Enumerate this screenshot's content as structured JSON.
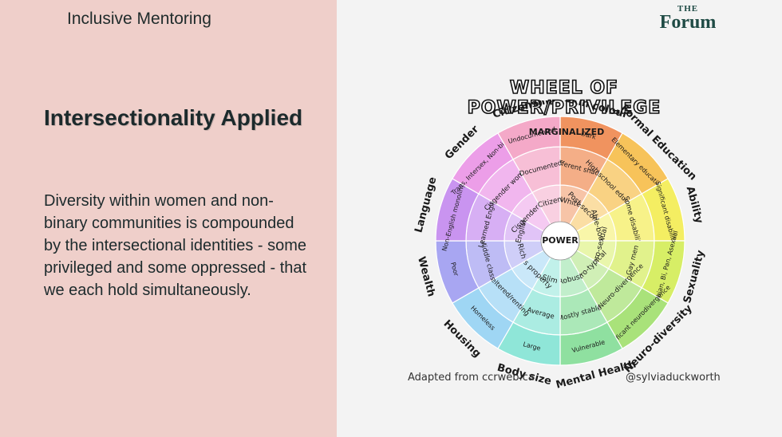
{
  "slide": {
    "header": "Inclusive Mentoring",
    "title": "Intersectionality Applied",
    "body": "Diversity within women and non-binary communities is compounded by the intersectional identities - some privileged and some oppressed - that we each hold simultaneously."
  },
  "logo": {
    "the": "THE",
    "name": "Forum"
  },
  "wheel": {
    "title": "WHEEL OF POWER/PRIVILEGE",
    "center_label": "POWER",
    "ring_label": "MARGINALIZED",
    "credit_left": "Adapted from ccrweb.ca",
    "credit_right": "@sylviaduckworth",
    "categories": [
      {
        "name": "Skin colour",
        "color": "#f0935f",
        "inner": "White",
        "middle": "Different shades",
        "outer": "Dark"
      },
      {
        "name": "Formal Education",
        "color": "#f7c35a",
        "inner": "Post-secondary",
        "middle": "High school education",
        "outer": "Elementary education"
      },
      {
        "name": "Ability",
        "color": "#f4ee62",
        "inner": "Able-bodied",
        "middle": "Some disability",
        "outer": "Significant disability"
      },
      {
        "name": "Sexuality",
        "color": "#d7ee66",
        "inner": "Hetero-sexual",
        "middle": "Gay men",
        "outer": "Lesbian, Bi, Pan, Asexual"
      },
      {
        "name": "Neuro-diversity",
        "color": "#a9e27a",
        "inner": "Neuro-typical",
        "middle": "Some Neuro-divergence",
        "outer": "Significant neurodivergence"
      },
      {
        "name": "Mental Health",
        "color": "#8fe0a0",
        "inner": "Robust",
        "middle": "Mostly stable",
        "outer": "Vulnerable"
      },
      {
        "name": "Body size",
        "color": "#8fe6d8",
        "inner": "Slim",
        "middle": "Average",
        "outer": "Large"
      },
      {
        "name": "Housing",
        "color": "#9fd6f4",
        "inner": "Owns property",
        "middle": "Sheltered/renting",
        "outer": "Homeless"
      },
      {
        "name": "Wealth",
        "color": "#a8a6f2",
        "inner": "Rich",
        "middle": "Middle class",
        "outer": "Poor"
      },
      {
        "name": "Language",
        "color": "#c994f0",
        "inner": "English",
        "middle": "Learned English",
        "outer": "Non-English monolingual"
      },
      {
        "name": "Gender",
        "color": "#ec9ee8",
        "inner": "Cisgender man",
        "middle": "Cisgender woman",
        "outer": "Trans, Intersex, Non-binary"
      },
      {
        "name": "Citizenship",
        "color": "#f4a9c8",
        "inner": "Citizen",
        "middle": "Documented",
        "outer": "Undocumented"
      }
    ]
  }
}
